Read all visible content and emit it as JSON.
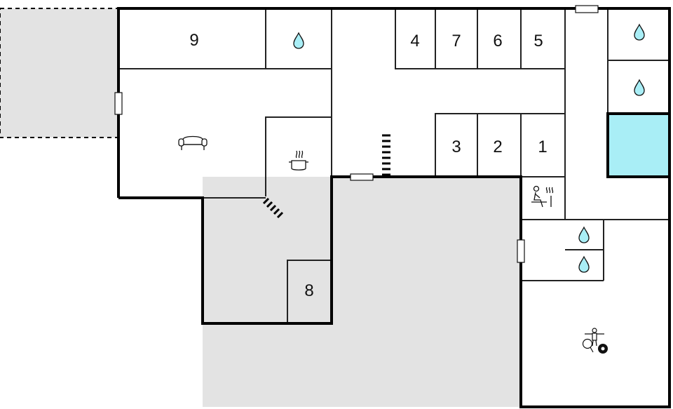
{
  "colors": {
    "outdoor_area": "#e3e3e3",
    "pool": "#a9eef6",
    "water_icon": "#a9eef6",
    "wall": "#000000",
    "thin_wall": "#222222"
  },
  "rooms": {
    "bedroom_9": "9",
    "bedroom_4": "4",
    "bedroom_7": "7",
    "bedroom_6": "6",
    "bedroom_5": "5",
    "bedroom_3": "3",
    "bedroom_2": "2",
    "bedroom_1": "1",
    "bedroom_8": "8"
  },
  "icons": {
    "bathroom": "water-drop-icon",
    "living": "sofa-icon",
    "kitchen": "cooking-pot-icon",
    "sauna": "sauna-icon",
    "game_room": "table-football-billiards-ping-pong-icon",
    "pool": "pool-icon"
  }
}
